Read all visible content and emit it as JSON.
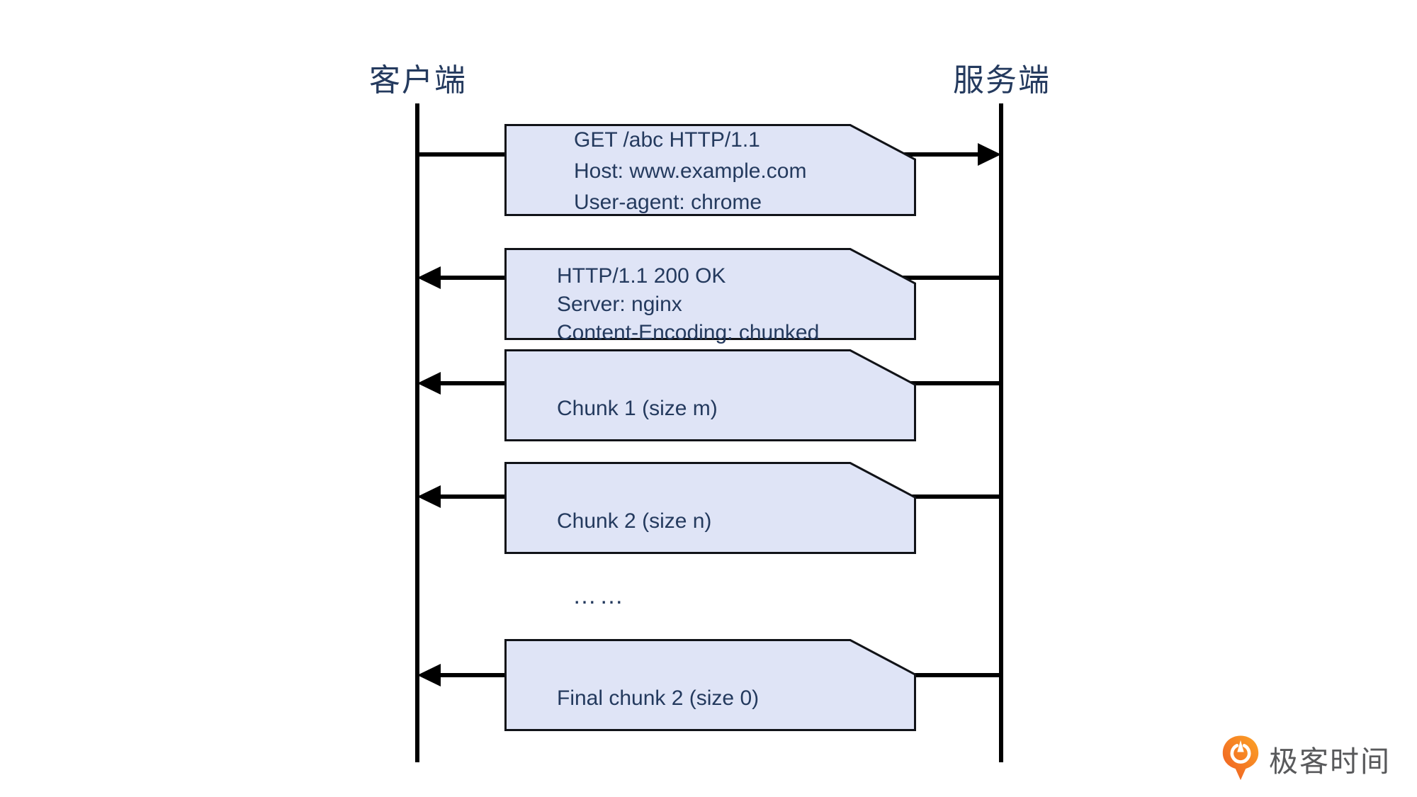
{
  "actors": {
    "client": "客户端",
    "server": "服务端"
  },
  "messages": [
    {
      "id": "http-request",
      "direction": "right",
      "lines": [
        "GET /abc HTTP/1.1",
        "Host: www.example.com",
        "User-agent: chrome"
      ]
    },
    {
      "id": "http-response-headers",
      "direction": "left",
      "lines": [
        "HTTP/1.1 200 OK",
        "Server: nginx",
        "Content-Encoding: chunked"
      ]
    },
    {
      "id": "chunk-1",
      "direction": "left",
      "lines": [
        "Chunk 1 (size m)"
      ]
    },
    {
      "id": "chunk-2",
      "direction": "left",
      "lines": [
        "Chunk 2 (size n)"
      ]
    },
    {
      "id": "final-chunk",
      "direction": "left",
      "lines": [
        "Final chunk 2 (size 0)"
      ]
    }
  ],
  "ellipsis": "……",
  "branding": {
    "logo_text": "极客时间",
    "logo_icon": "geektime-pin-icon"
  },
  "colors": {
    "box_fill": "#dfe4f6",
    "box_border": "#111318",
    "diagram_text_navy": "#243a5e",
    "line_black": "#000000",
    "logo_orange_dark": "#ee5a22",
    "logo_orange_light": "#fca326",
    "logo_text_gray": "#58595b",
    "background": "#ffffff"
  }
}
